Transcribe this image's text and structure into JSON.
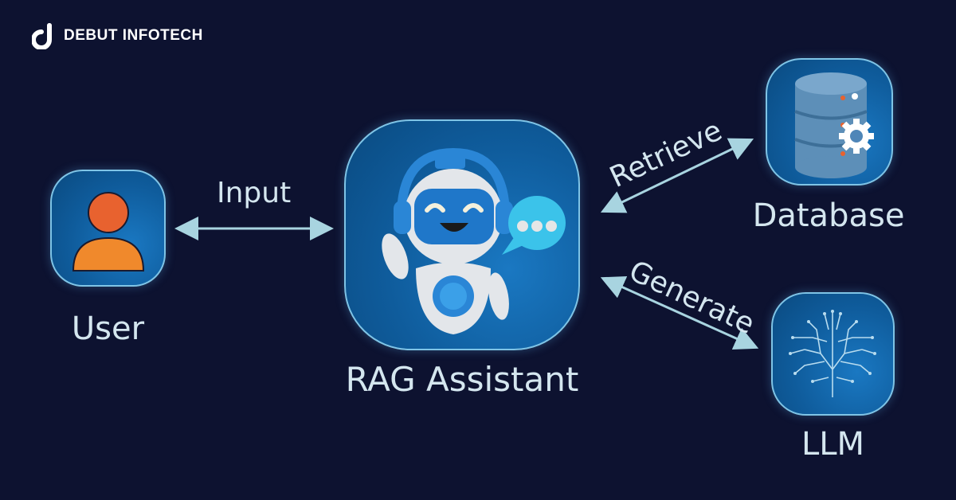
{
  "brand": {
    "name": "DEBUT INFOTECH",
    "logo_icon": "debut-infotech-logo-icon"
  },
  "colors": {
    "background": "#0d1230",
    "tile_blue": "#0f5c9c",
    "tile_border": "#7fc4e6",
    "text": "#d4e6ef",
    "arrow": "#a8d4e0",
    "user_head": "#e8622f",
    "user_body": "#f0892c"
  },
  "nodes": {
    "user": {
      "label": "User",
      "icon": "user-icon"
    },
    "assistant": {
      "label": "RAG Assistant",
      "icon": "robot-icon"
    },
    "database": {
      "label": "Database",
      "icon": "database-gear-icon"
    },
    "llm": {
      "label": "LLM",
      "icon": "brain-circuit-icon"
    }
  },
  "edges": [
    {
      "from": "user",
      "to": "assistant",
      "label": "Input",
      "direction": "bidirectional"
    },
    {
      "from": "assistant",
      "to": "database",
      "label": "Retrieve",
      "direction": "bidirectional"
    },
    {
      "from": "assistant",
      "to": "llm",
      "label": "Generate",
      "direction": "bidirectional"
    }
  ]
}
